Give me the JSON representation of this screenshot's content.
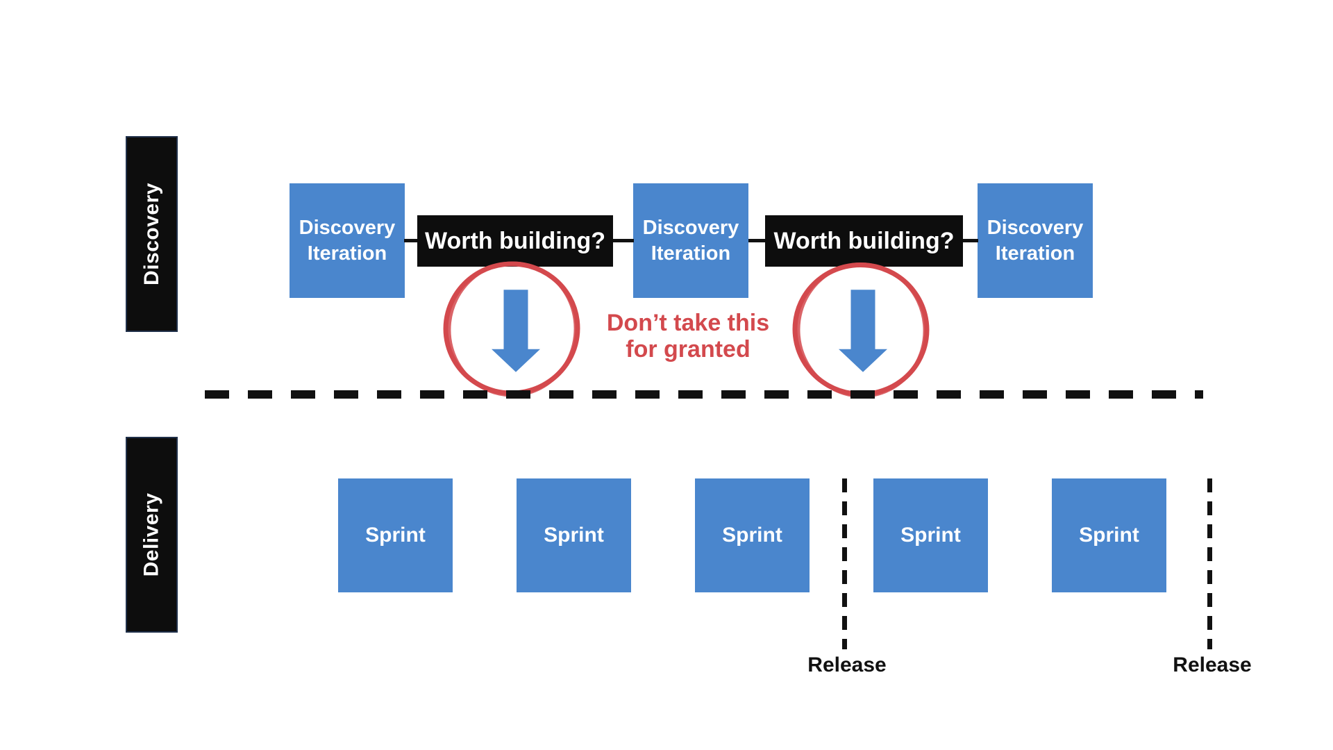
{
  "colors": {
    "background": "#ffffff",
    "box_blue": "#4a86cd",
    "lane_black": "#0d0d0d",
    "line_black": "#111111",
    "annotation_red": "#d3494d"
  },
  "lanes": {
    "discovery": {
      "label": "Discovery"
    },
    "delivery": {
      "label": "Delivery"
    }
  },
  "discovery_track": {
    "iterations": [
      {
        "line1": "Discovery",
        "line2": "Iteration"
      },
      {
        "line1": "Discovery",
        "line2": "Iteration"
      },
      {
        "line1": "Discovery",
        "line2": "Iteration"
      }
    ],
    "decisions": [
      {
        "label": "Worth building?"
      },
      {
        "label": "Worth building?"
      }
    ]
  },
  "annotation": {
    "line1": "Don’t take this",
    "line2": "for granted",
    "circle_icon": "hand-drawn-emphasis-circle",
    "arrow_icon": "down-arrow"
  },
  "delivery_track": {
    "sprints": [
      {
        "label": "Sprint"
      },
      {
        "label": "Sprint"
      },
      {
        "label": "Sprint"
      },
      {
        "label": "Sprint"
      },
      {
        "label": "Sprint"
      }
    ],
    "releases": [
      {
        "label": "Release"
      },
      {
        "label": "Release"
      }
    ]
  }
}
